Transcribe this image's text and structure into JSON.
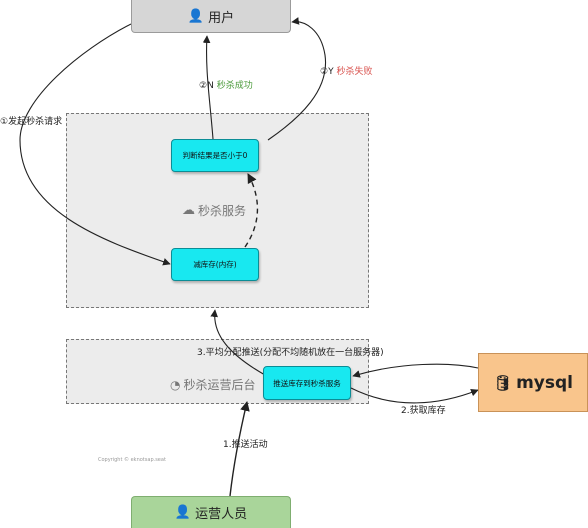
{
  "nodes": {
    "user": "用户",
    "ops": "运营人员",
    "mysql": "mysql",
    "judge": "判断结果是否小于0",
    "reduce": "减库存(内存)",
    "push": "推送库存到秒杀服务"
  },
  "groups": {
    "seckill_service": "秒杀服务",
    "seckill_admin": "秒杀运营后台"
  },
  "edges": {
    "e1": "1.推送活动",
    "e2": "2.获取库存",
    "e3": "3.平均分配推送(分配不均随机放在一台服务器)",
    "e4": "①发起秒杀请求",
    "e5_num": "②N",
    "e5_text": "秒杀成功",
    "e6_num": "②Y",
    "e6_text": "秒杀失败"
  },
  "copyright": "Copyright © eknotsap.seat",
  "colors": {
    "node_cyan": "#18e8f0",
    "user_gray": "#d6d6d6",
    "ops_green": "#a9d59a",
    "mysql_orange": "#f9c58c",
    "success_green": "#4a9a3a",
    "fail_red": "#d9534f"
  }
}
